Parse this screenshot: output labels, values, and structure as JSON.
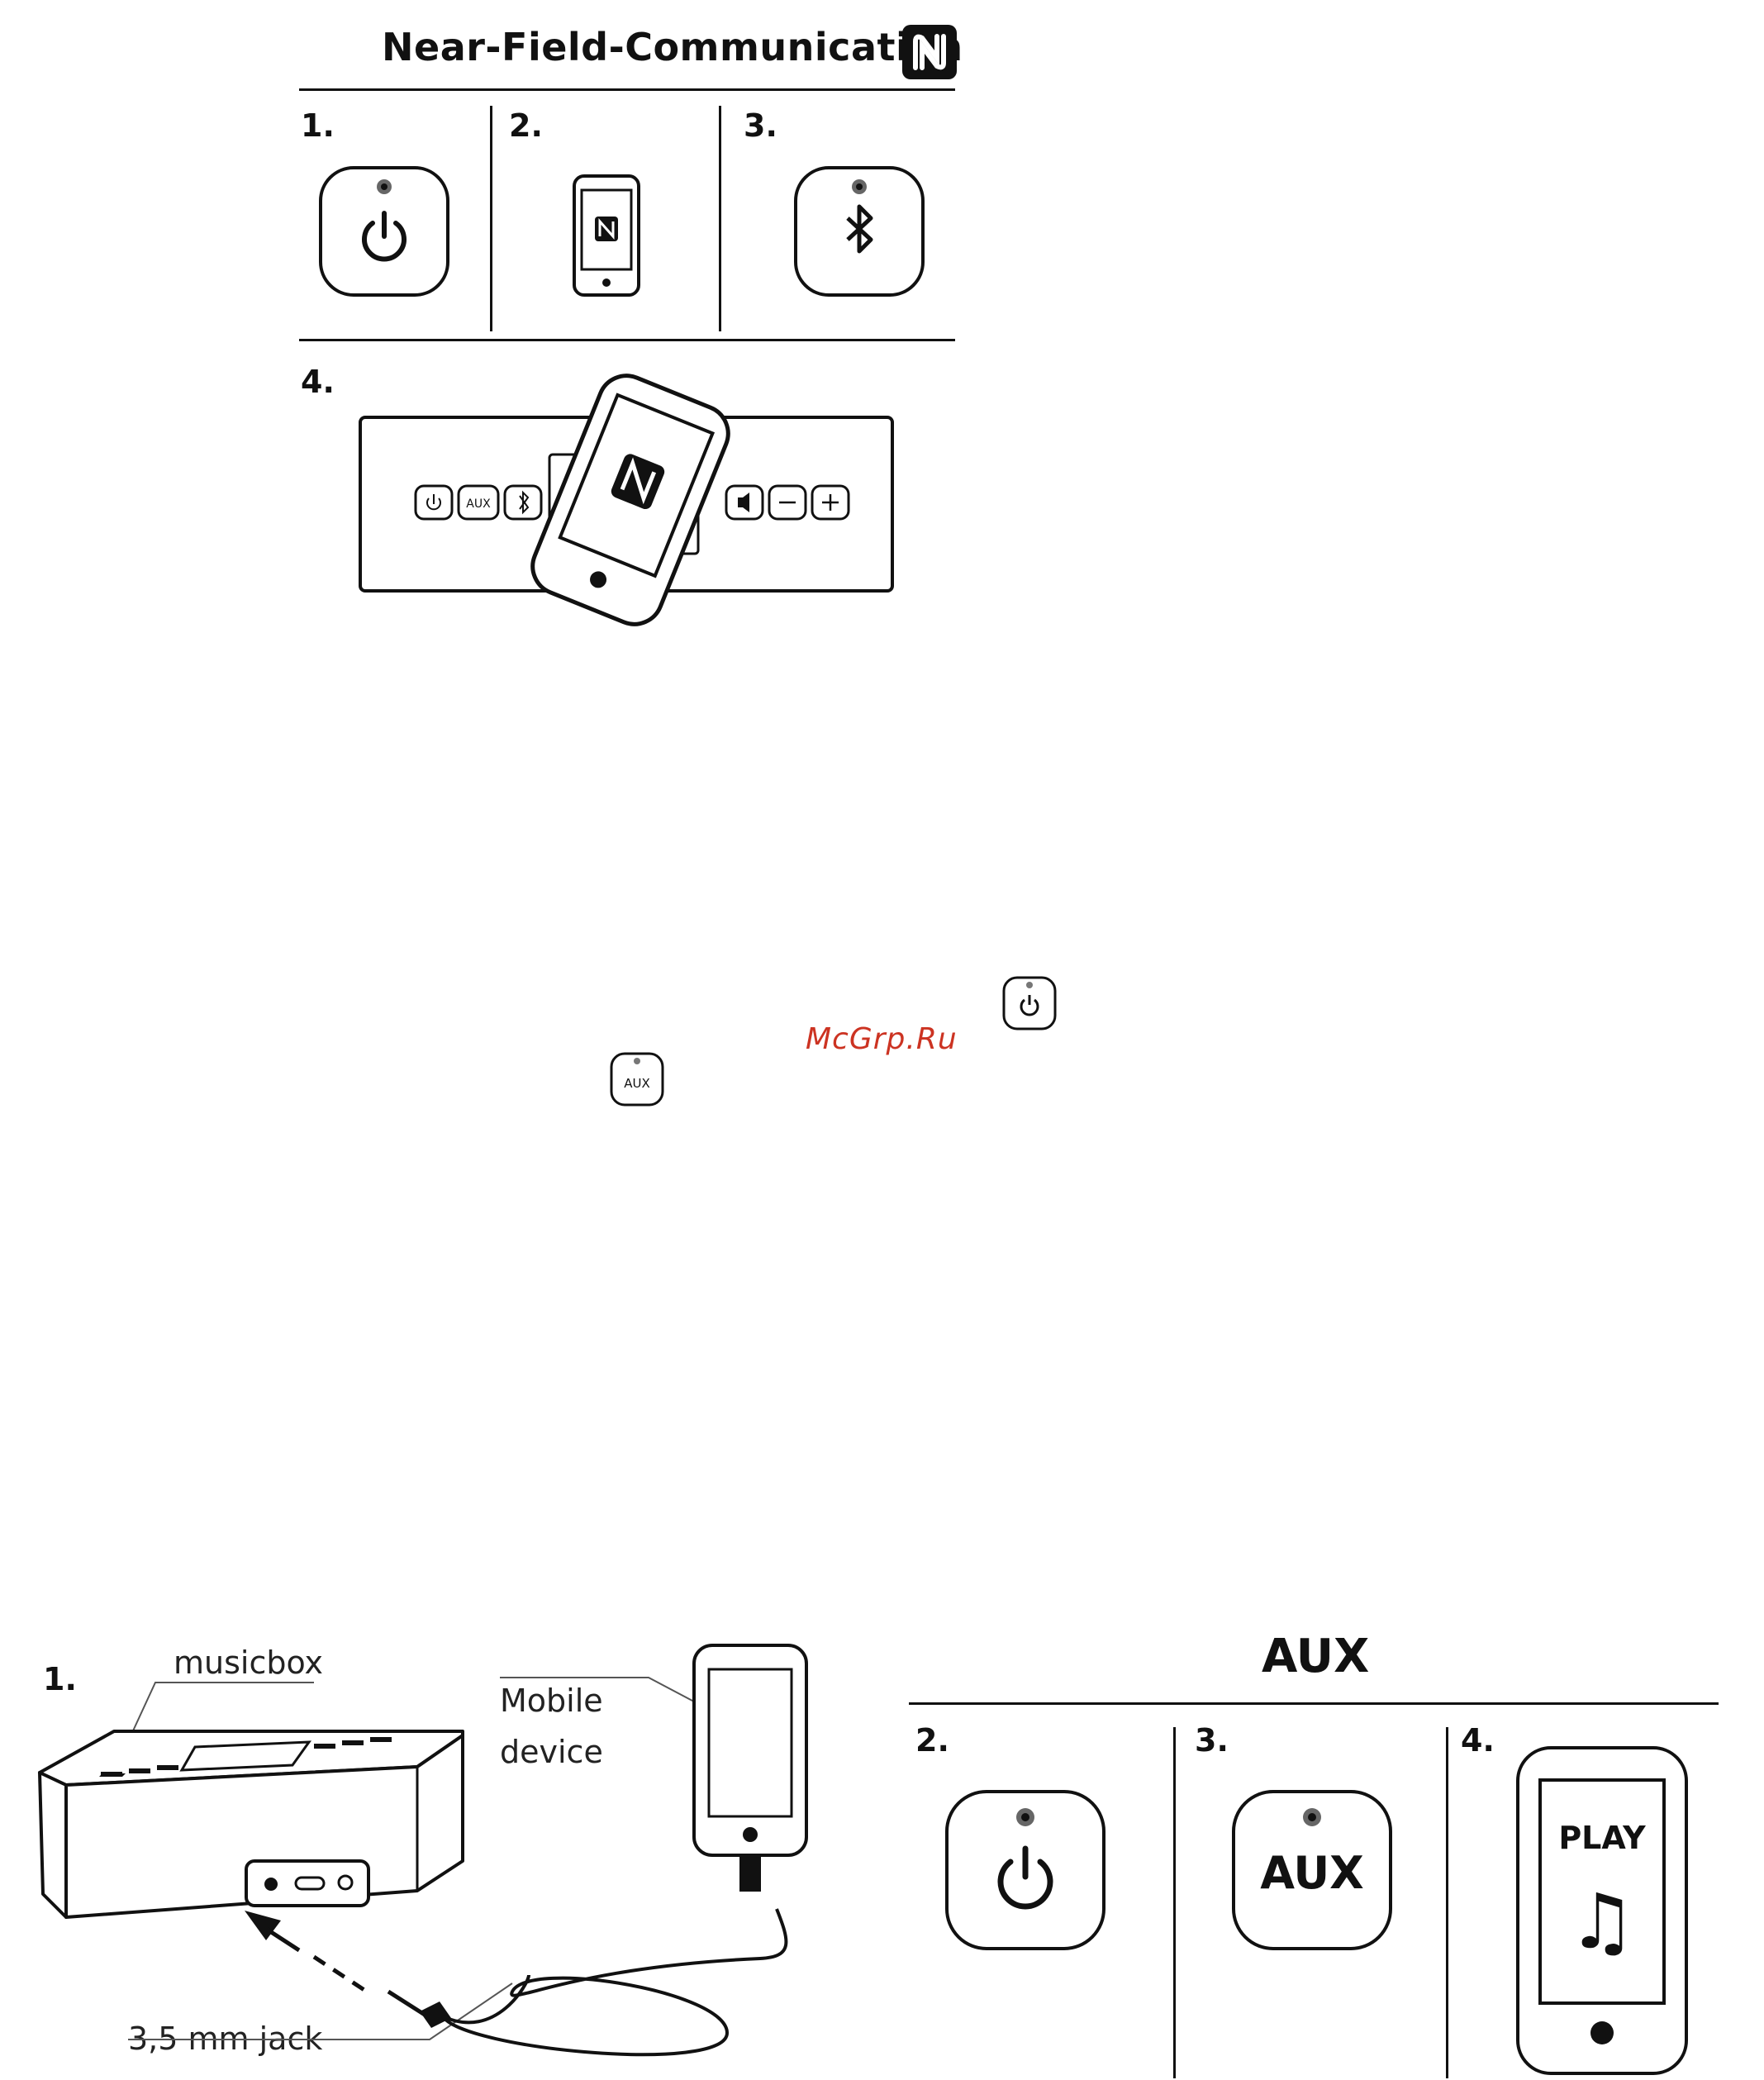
{
  "nfc": {
    "title": "Near-Field-Communication",
    "steps": [
      "1.",
      "2.",
      "3.",
      "4."
    ],
    "device_buttons": [
      "AUX"
    ]
  },
  "inline_icons": {
    "aux_label": "AUX"
  },
  "watermark": "McGrp.Ru",
  "aux": {
    "diagram": {
      "step": "1.",
      "musicbox_label": "musicbox",
      "mobile_label_line1": "Mobile",
      "mobile_label_line2": "device",
      "jack_label": "3,5 mm jack"
    },
    "title": "AUX",
    "steps": [
      "2.",
      "3.",
      "4."
    ],
    "aux_button_label": "AUX",
    "play_label": "PLAY"
  }
}
